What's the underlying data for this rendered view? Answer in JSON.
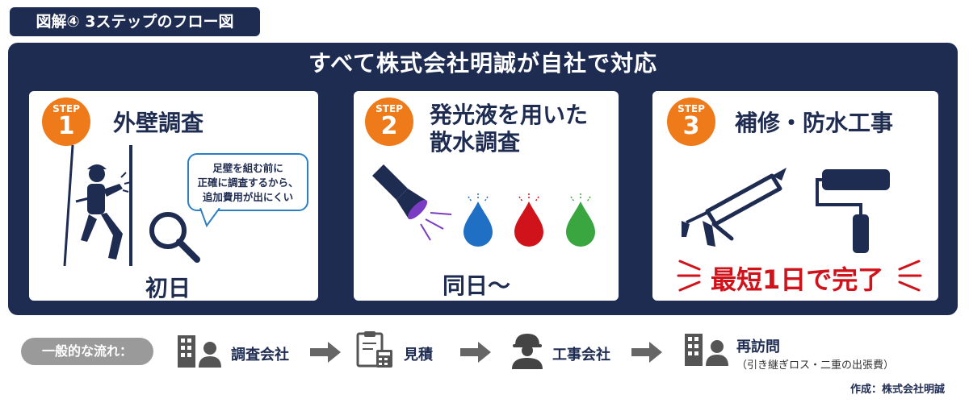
{
  "figure_label": "図解④ 3ステップのフロー図",
  "banner": "すべて株式会社明誠が自社で対応",
  "steps": [
    {
      "badge_word": "STEP",
      "badge_num": "1",
      "title_lines": [
        "外壁調査"
      ],
      "bubble": [
        "足壁を組む前に",
        "正確に調査するから、",
        "追加費用が出にくい"
      ],
      "bottom": "初日"
    },
    {
      "badge_word": "STEP",
      "badge_num": "2",
      "title_lines": [
        "発光液を用いた",
        "散水調査"
      ],
      "bottom": "同日〜"
    },
    {
      "badge_word": "STEP",
      "badge_num": "3",
      "title_lines": [
        "補修・防水工事"
      ],
      "bottom": "最短1日で完了"
    }
  ],
  "general_flow": {
    "label": "一般的な流れ：",
    "items": [
      "調査会社",
      "見積",
      "工事会社",
      "再訪問"
    ],
    "note": "（引き継ぎロス・二重の出張費）"
  },
  "credit": "作成：株式会社明誠",
  "colors": {
    "navy": "#1f2c52",
    "orange": "#ef7a1a",
    "red": "#d0121b",
    "blue_line": "#2d7fc4",
    "gray": "#9a9a9a"
  }
}
